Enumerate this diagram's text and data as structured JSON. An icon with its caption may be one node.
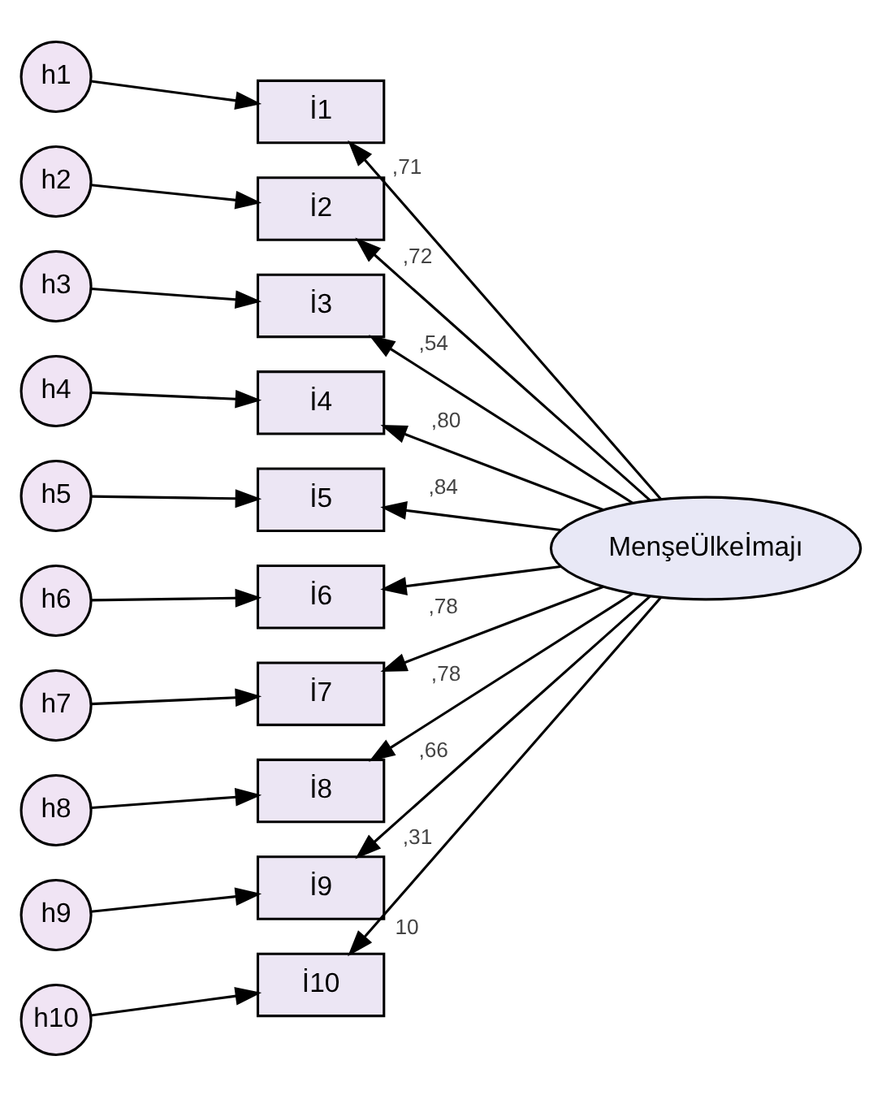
{
  "diagram": {
    "nodes": [
      {
        "text": [
          "h1"
        ]
      },
      {
        "text": [
          "h2"
        ]
      },
      {
        "text": [
          "h3"
        ]
      },
      {
        "text": [
          "h4"
        ]
      },
      {
        "text": [
          "h5"
        ]
      },
      {
        "text": [
          "h6"
        ]
      },
      {
        "text": [
          "h7"
        ]
      },
      {
        "text": [
          "h8"
        ]
      },
      {
        "text": [
          "h9"
        ]
      },
      {
        "text": [
          "h10"
        ]
      },
      {
        "text": [
          "İ1"
        ]
      },
      {
        "text": [
          "İ2"
        ]
      },
      {
        "text": [
          "İ3"
        ]
      },
      {
        "text": [
          "İ4"
        ]
      },
      {
        "text": [
          "İ5"
        ]
      },
      {
        "text": [
          "İ6"
        ]
      },
      {
        "text": [
          "İ7"
        ]
      },
      {
        "text": [
          "İ8"
        ]
      },
      {
        "text": [
          "İ9"
        ]
      },
      {
        "text": [
          "İ10"
        ]
      },
      {
        "text": [
          "MenşeÜlkeİmajı"
        ]
      }
    ],
    "edges": [
      {
        "from": 0,
        "to": 10,
        "arrow": "to"
      },
      {
        "from": 1,
        "to": 11,
        "arrow": "to"
      },
      {
        "from": 2,
        "to": 12,
        "arrow": "to"
      },
      {
        "from": 3,
        "to": 13,
        "arrow": "to"
      },
      {
        "from": 4,
        "to": 14,
        "arrow": "to"
      },
      {
        "from": 5,
        "to": 15,
        "arrow": "to"
      },
      {
        "from": 6,
        "to": 16,
        "arrow": "to"
      },
      {
        "from": 7,
        "to": 17,
        "arrow": "to"
      },
      {
        "from": 8,
        "to": 18,
        "arrow": "to"
      },
      {
        "from": 9,
        "to": 19,
        "arrow": "to"
      },
      {
        "from": 20,
        "to": 10,
        "arrow": "to",
        "label": ",71"
      },
      {
        "from": 20,
        "to": 11,
        "arrow": "to",
        "label": ",72"
      },
      {
        "from": 20,
        "to": 12,
        "arrow": "to",
        "label": ",54"
      },
      {
        "from": 20,
        "to": 13,
        "arrow": "to",
        "label": ",80"
      },
      {
        "from": 20,
        "to": 14,
        "arrow": "to",
        "label": ",84"
      },
      {
        "from": 20,
        "to": 15,
        "arrow": "to",
        "label": ",78"
      },
      {
        "from": 20,
        "to": 16,
        "arrow": "to",
        "label": ",78"
      },
      {
        "from": 20,
        "to": 17,
        "arrow": "to",
        "label": ",66"
      },
      {
        "from": 20,
        "to": 18,
        "arrow": "to",
        "label": ",31"
      },
      {
        "from": 20,
        "to": 19,
        "arrow": "to",
        "label": "10"
      }
    ]
  }
}
